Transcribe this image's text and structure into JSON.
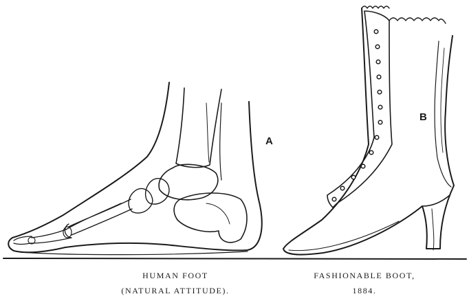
{
  "figure": {
    "label_a": "A",
    "label_b": "B",
    "caption_left": {
      "line1": "HUMAN FOOT",
      "line2": "(NATURAL ATTITUDE)."
    },
    "caption_right": {
      "line1": "FASHIONABLE BOOT,",
      "line2": "1884."
    }
  },
  "colors": {
    "ink": "#1a1a1a",
    "paper": "#ffffff"
  }
}
